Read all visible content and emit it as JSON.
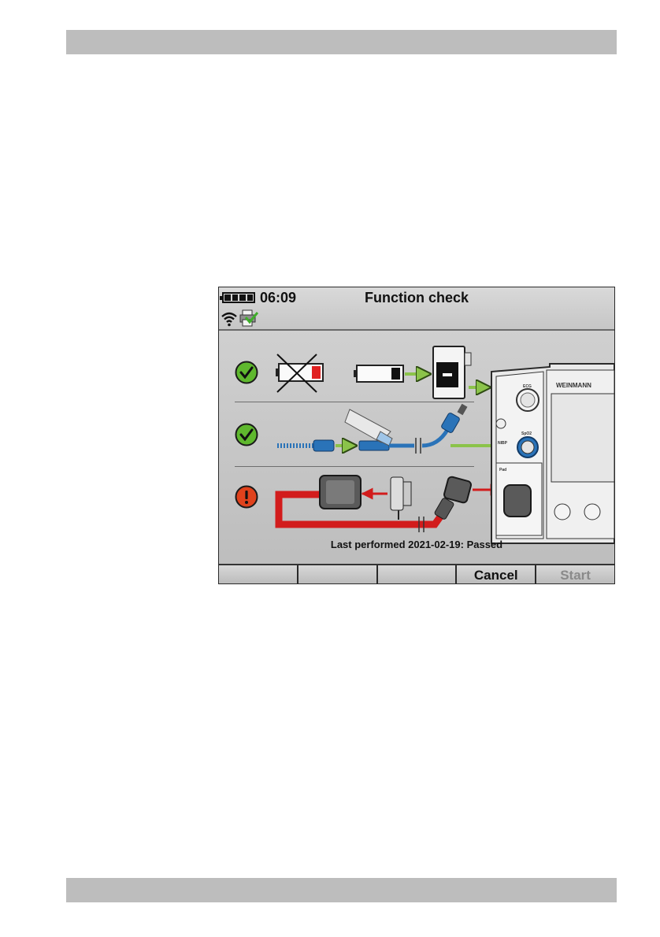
{
  "device": {
    "time": "06:09",
    "title": "Function check",
    "brand": "WEINMANN",
    "port_labels": [
      "ECG",
      "SpO2",
      "NIBP",
      "Pad"
    ]
  },
  "checks": [
    {
      "item": "battery",
      "status": "passed"
    },
    {
      "item": "spo2-sensor",
      "status": "passed"
    },
    {
      "item": "defibrillation-pads",
      "status": "warning"
    }
  ],
  "footer": {
    "last_performed": "Last performed 2021-02-19: Passed"
  },
  "softkeys": [
    "",
    "",
    "",
    "Cancel",
    "Start"
  ],
  "colors": {
    "ok": "#5fb82e",
    "warning": "#e0421c",
    "arrow_green": "#8bc34a",
    "cable_red": "#d21c1c",
    "cable_blue": "#2a73b8"
  }
}
